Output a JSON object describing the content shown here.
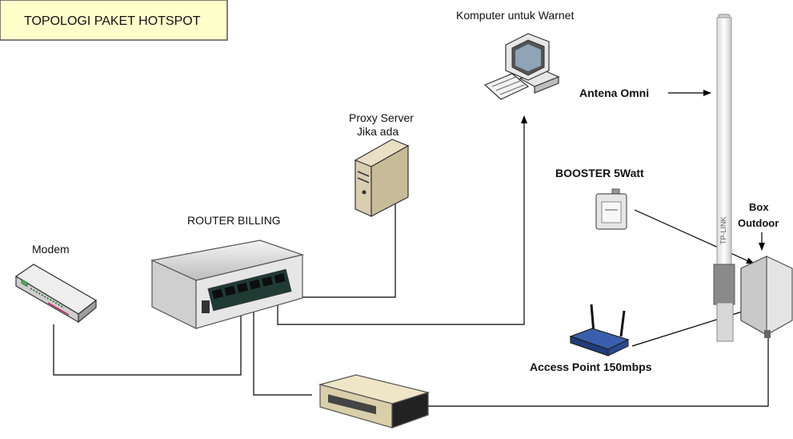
{
  "title": "TOPOLOGI PAKET HOTSPOT",
  "nodes": {
    "modem": "Modem",
    "router": "ROUTER BILLING",
    "proxy_line1": "Proxy Server",
    "proxy_line2": "Jika ada",
    "computer": "Komputer untuk Warnet",
    "antenna": "Antena Omni",
    "booster": "BOOSTER 5Watt",
    "box_line1": "Box",
    "box_line2": "Outdoor",
    "access_point": "Access Point 150mbps",
    "antenna_brand": "TP-LINK"
  },
  "colors": {
    "title_fill": "#ffffcc",
    "title_border": "#555555",
    "line": "#000000"
  }
}
